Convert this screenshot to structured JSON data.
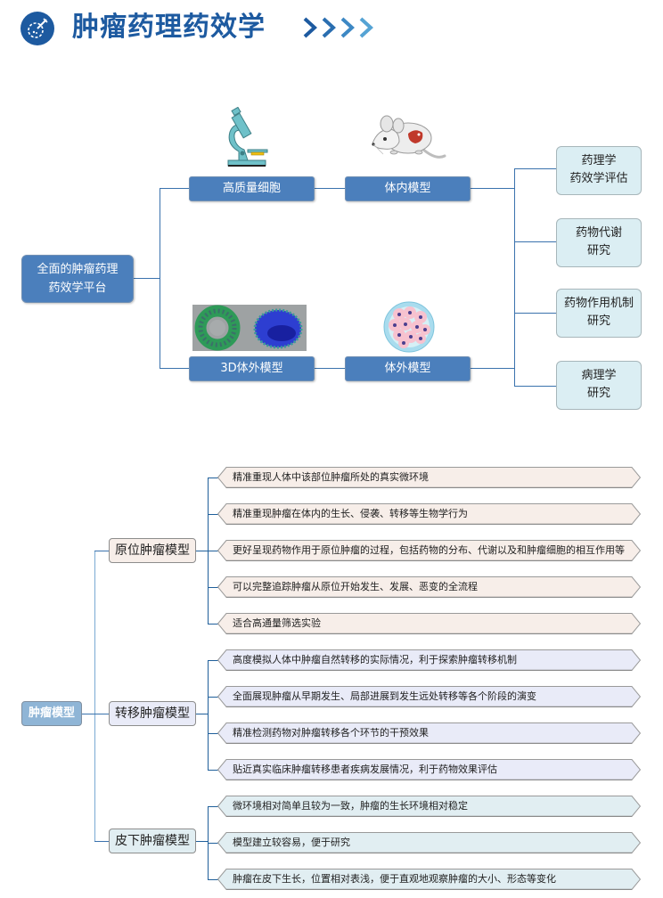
{
  "header": {
    "icon": "microscope-badge-icon",
    "title": "肿瘤药理药效学",
    "chevrons_icon": "chevrons-right-icon"
  },
  "platform": {
    "root": {
      "line1": "全面的肿瘤药理",
      "line2": "药效学平台"
    },
    "models": [
      {
        "label": "高质量细胞",
        "image": "microscope-icon"
      },
      {
        "label": "体内模型",
        "image": "mouse-icon"
      },
      {
        "label": "3D体外模型",
        "image": "spheroid-images"
      },
      {
        "label": "体外模型",
        "image": "cell-dish-icon"
      }
    ],
    "research": [
      {
        "line1": "药理学",
        "line2": "药效学评估"
      },
      {
        "line1": "药物代谢",
        "line2": "研究"
      },
      {
        "line1": "药物作用机制",
        "line2": "研究"
      },
      {
        "line1": "病理学",
        "line2": "研究"
      }
    ]
  },
  "tumor_models": {
    "root": "肿瘤模型",
    "colors": {
      "orig": "#f7eee9",
      "meta": "#e9ebf8",
      "sub": "#e1eef2"
    },
    "categories": [
      {
        "name": "原位肿瘤模型",
        "items": [
          "精准重现人体中该部位肿瘤所处的真实微环境",
          "精准重现肿瘤在体内的生长、侵袭、转移等生物学行为",
          "更好呈现药物作用于原位肿瘤的过程，包括药物的分布、代谢以及和肿瘤细胞的相互作用等",
          "可以完整追踪肿瘤从原位开始发生、发展、恶变的全流程",
          "适合高通量筛选实验"
        ]
      },
      {
        "name": "转移肿瘤模型",
        "items": [
          "高度模拟人体中肿瘤自然转移的实际情况，利于探索肿瘤转移机制",
          "全面展现肿瘤从早期发生、局部进展到发生远处转移等各个阶段的演变",
          "精准检测药物对肿瘤转移各个环节的干预效果",
          "贴近真实临床肿瘤转移患者疾病发展情况，利于药物效果评估"
        ]
      },
      {
        "name": "皮下肿瘤模型",
        "items": [
          "微环境相对简单且较为一致，肿瘤的生长环境相对稳定",
          "模型建立较容易，便于研究",
          "肿瘤在皮下生长，位置相对表浅，便于直观地观察肿瘤的大小、形态等变化"
        ]
      }
    ]
  }
}
